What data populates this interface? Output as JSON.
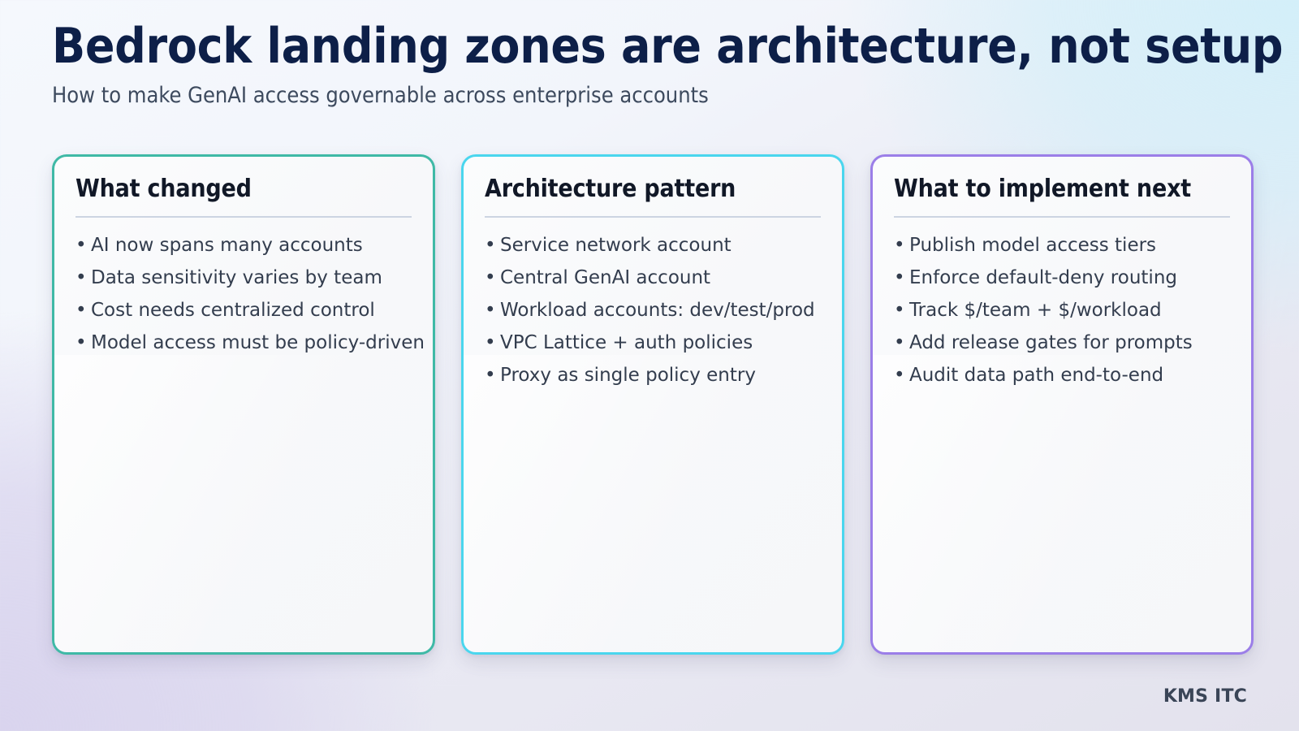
{
  "header": {
    "title": "Bedrock landing zones are architecture, not setup",
    "subtitle": "How to make GenAI access governable across enterprise accounts"
  },
  "cards": [
    {
      "title": "What changed",
      "accent": "#3fb9a6",
      "bullet_glyph": "•",
      "items": [
        "AI now spans many accounts",
        "Data sensitivity varies by team",
        "Cost needs centralized control",
        "Model access must be policy-driven"
      ]
    },
    {
      "title": "Architecture pattern",
      "accent": "#4ad6ee",
      "bullet_glyph": "•",
      "items": [
        "Service network account",
        "Central GenAI account",
        "Workload accounts: dev/test/prod",
        "VPC Lattice + auth policies",
        "Proxy as single policy entry"
      ]
    },
    {
      "title": "What to implement next",
      "accent": "#9b7ee8",
      "bullet_glyph": "•",
      "items": [
        "Publish model access tiers",
        "Enforce default-deny routing",
        "Track $/team + $/workload",
        "Add release gates for prompts",
        "Audit data path end-to-end"
      ]
    }
  ],
  "footer": {
    "brand": "KMS ITC"
  },
  "theme": {
    "title_color": "#0d1f48",
    "subtitle_color": "#3d4a5e",
    "card_title_color": "#111827",
    "body_text_color": "#333d4e",
    "divider_color": "#ccd4e2",
    "card_background": "#f8f9fb",
    "background_top_right": "#d3eff9",
    "background_bottom_left": "#d9d4ee",
    "background_top_left": "#f5f8fd"
  }
}
